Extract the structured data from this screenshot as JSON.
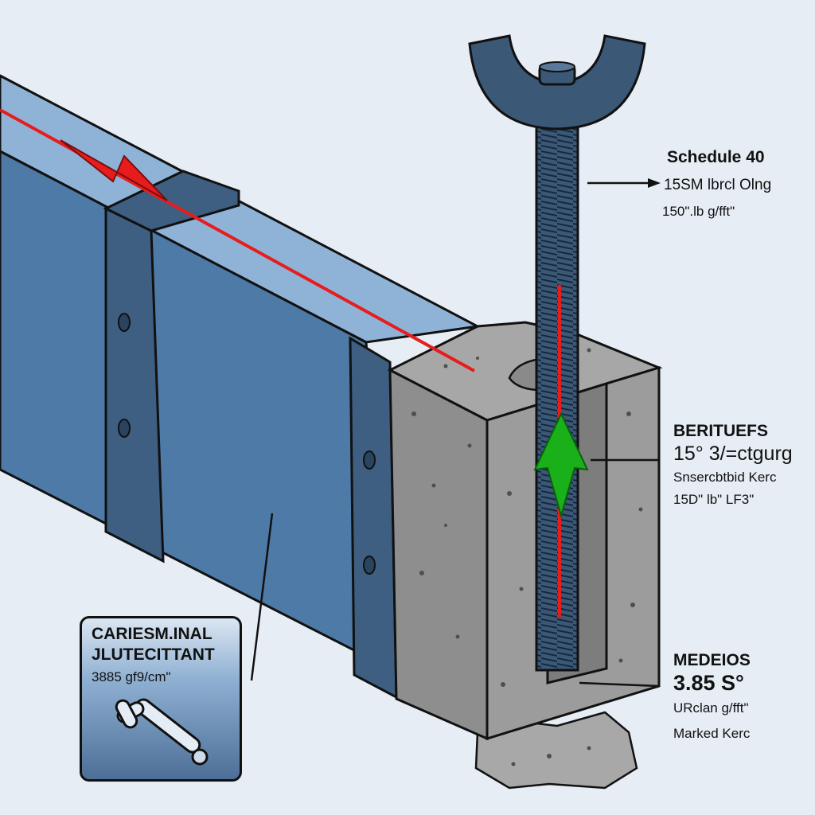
{
  "colors": {
    "background": "#e6edf4",
    "beam_top": "#8fb3d6",
    "beam_side": "#4d7aa6",
    "flange": "#3e5f82",
    "concrete": "#9a9a9a",
    "concrete_dark": "#7d7d7d",
    "rod": "#3b5877",
    "red_marker": "#e81c1c",
    "green_arrow": "#19b019"
  },
  "labels": {
    "top": {
      "title": "Schedule 40",
      "line1": "15SM lbrcl Olng",
      "line2": "150\".lb g/fft\""
    },
    "middle": {
      "title": "BERITUEFS",
      "line1": "15° 3/=ctgurg",
      "line2": "Snsercbtbid Kerc",
      "line3": "15D\" lb\" LF3\""
    },
    "bottom": {
      "title": "MEDEIOS",
      "value": "3.85 S°",
      "line1": "URclan g/fft\"",
      "line2": "Marked Kerc"
    },
    "callout": {
      "title1": "CARIESM.INAL",
      "title2": "JLUTECITTANT",
      "value": "3885 gf9/cm\""
    }
  },
  "icons": {
    "anchor_bolt": "u-bolt-rod-icon",
    "callout": "pipe-fitting-icon"
  }
}
